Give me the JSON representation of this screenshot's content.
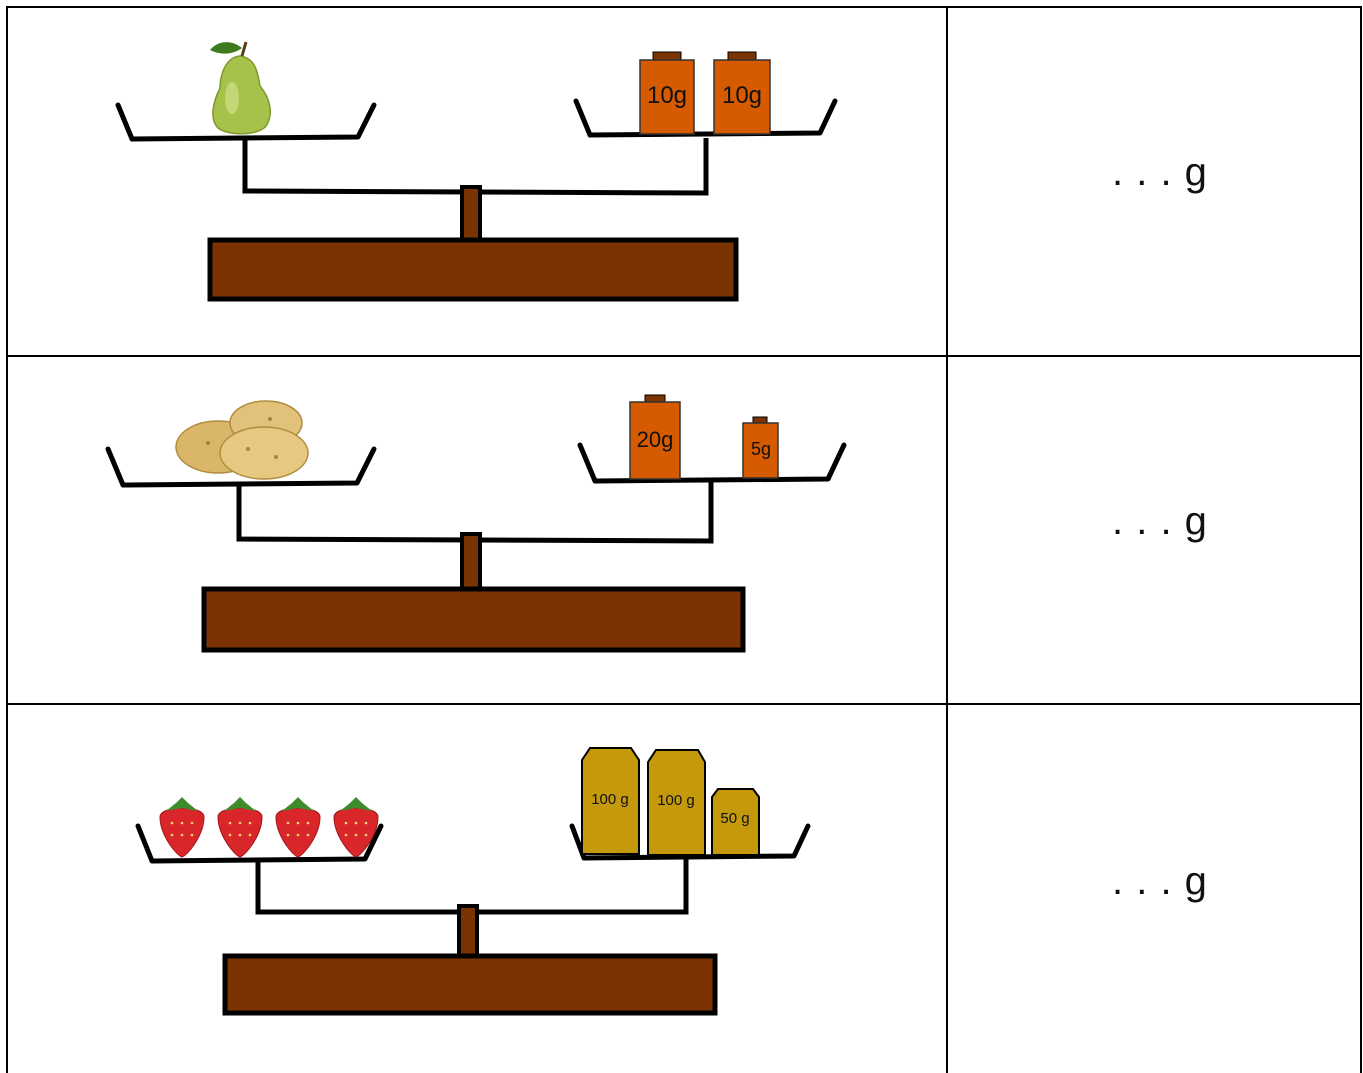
{
  "rows": [
    {
      "item": "pear",
      "weights": [
        {
          "label": "10g",
          "kind": "orange"
        },
        {
          "label": "10g",
          "kind": "orange"
        }
      ],
      "answer": ". . . g"
    },
    {
      "item": "potatoes",
      "weights": [
        {
          "label": "20g",
          "kind": "orange"
        },
        {
          "label": "5g",
          "kind": "orange"
        }
      ],
      "answer": ". . . g"
    },
    {
      "item": "strawberries",
      "item_count": 4,
      "weights": [
        {
          "label": "100 g",
          "kind": "gold"
        },
        {
          "label": "100 g",
          "kind": "gold"
        },
        {
          "label": "50 g",
          "kind": "gold"
        }
      ],
      "answer": ". . . g"
    }
  ],
  "colors": {
    "scale_base": "#7B3302",
    "orange_weight": "#D55A00",
    "gold_weight": "#C49A0C",
    "lines": "#000000"
  }
}
